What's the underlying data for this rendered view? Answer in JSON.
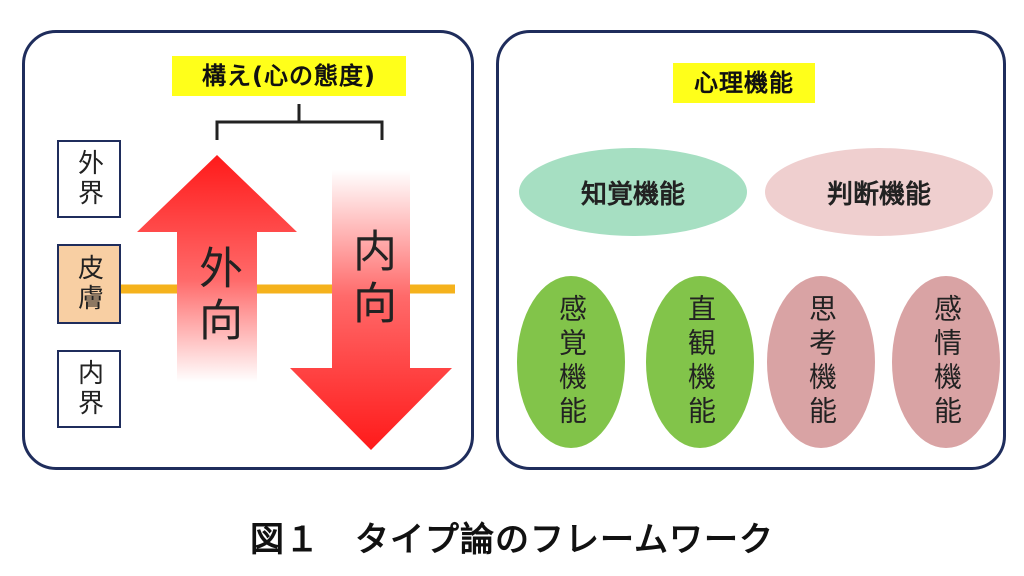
{
  "left": {
    "title": "構え(心の態度)",
    "side_labels": {
      "outer": "外界",
      "skin": "皮膚",
      "inner": "内界"
    },
    "arrows": {
      "up": "外向",
      "down": "内向"
    },
    "colors": {
      "arrow": "#ff2020",
      "skin_line": "#f5b21c",
      "skin_box": "#f8cfa3",
      "highlight": "#ffff1a"
    }
  },
  "right": {
    "title": "心理機能",
    "groups": [
      {
        "label": "知覚機能",
        "children": [
          "感覚機能",
          "直観機能"
        ],
        "color": "#a6dfc2",
        "leaf_color": "#82c44a"
      },
      {
        "label": "判断機能",
        "children": [
          "思考機能",
          "感情機能"
        ],
        "color": "#efcfcf",
        "leaf_color": "#d9a3a4"
      }
    ]
  },
  "caption": "図１　タイプ論のフレームワーク"
}
